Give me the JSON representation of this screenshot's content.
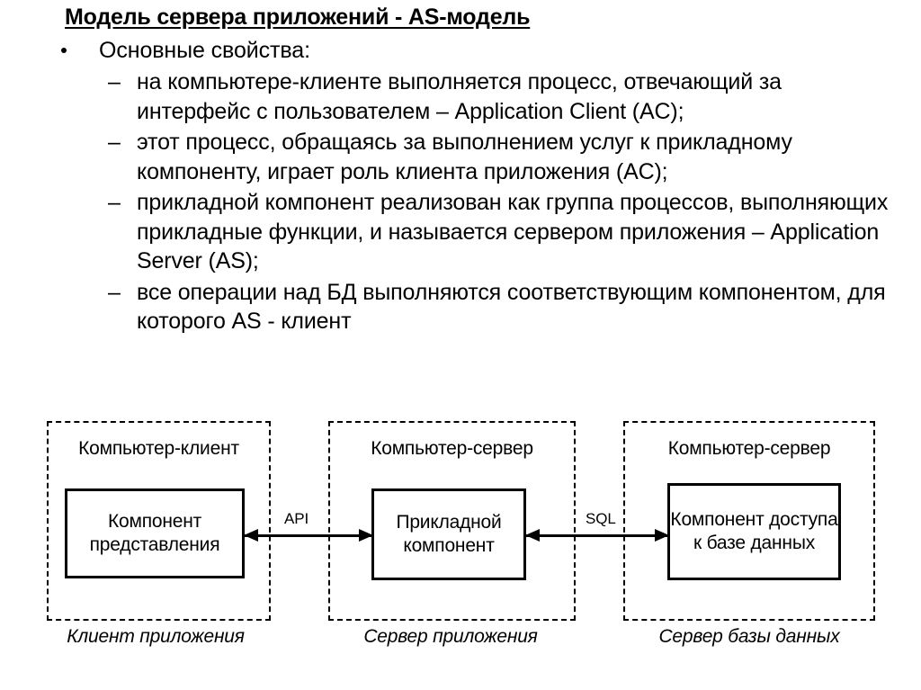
{
  "slide": {
    "title": "Модель сервера приложений - AS-модель"
  },
  "content": {
    "main_bullet": {
      "marker": "•",
      "text": "Основные свойства:"
    },
    "sub_bullets": [
      {
        "marker": "–",
        "text": "на компьютере-клиенте выполняется процесс, отвечающий за интерфейс с пользователем – Application Client (AC);"
      },
      {
        "marker": "–",
        "text": "этот процесс, обращаясь за выполнением услуг к прикладному компоненту, играет роль клиента приложения (AC);"
      },
      {
        "marker": "–",
        "text": "прикладной компонент реализован как группа процессов, выполняющих прикладные функции, и называется сервером приложения – Application Server (AS);"
      },
      {
        "marker": "–",
        "text": "все операции над БД выполняются соответствующим компонентом, для которого AS - клиент"
      }
    ]
  },
  "diagram": {
    "zones": [
      {
        "id": "client",
        "title": "Компьютер-клиент",
        "caption": "Клиент приложения",
        "node": "Компонент представления"
      },
      {
        "id": "appsrv",
        "title": "Компьютер-сервер",
        "caption": "Сервер приложения",
        "node": "Прикладной компонент"
      },
      {
        "id": "dbsrv",
        "title": "Компьютер-сервер",
        "caption": "Сервер базы данных",
        "node": "Компонент доступа к базе данных"
      }
    ],
    "connections": [
      {
        "id": "api",
        "label": "API",
        "from": "client",
        "to": "appsrv",
        "bidirectional": true
      },
      {
        "id": "sql",
        "label": "SQL",
        "from": "appsrv",
        "to": "dbsrv",
        "bidirectional": true
      }
    ]
  },
  "colors": {
    "background": "#ffffff",
    "foreground": "#000000"
  }
}
